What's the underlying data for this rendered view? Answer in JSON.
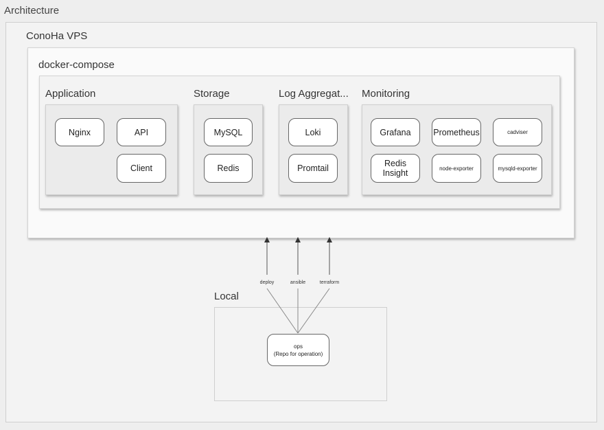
{
  "title": "Architecture",
  "vps": {
    "label": "ConoHa VPS"
  },
  "compose": {
    "label": "docker-compose"
  },
  "groups": {
    "application": {
      "label": "Application",
      "nodes": [
        "Nginx",
        "API",
        "Client"
      ]
    },
    "storage": {
      "label": "Storage",
      "nodes": [
        "MySQL",
        "Redis"
      ]
    },
    "logs": {
      "label": "Log Aggregat...",
      "nodes": [
        "Loki",
        "Promtail"
      ]
    },
    "monitoring": {
      "label": "Monitoring",
      "nodes": [
        "Grafana",
        "Prometheus",
        "cadviser",
        "Redis Insight",
        "node-exporter",
        "mysqld-exporter"
      ]
    }
  },
  "local": {
    "label": "Local",
    "ops": {
      "line1": "ops",
      "line2": "(Repo for operation)"
    }
  },
  "edges": [
    "deploy",
    "ansible",
    "terraform"
  ]
}
